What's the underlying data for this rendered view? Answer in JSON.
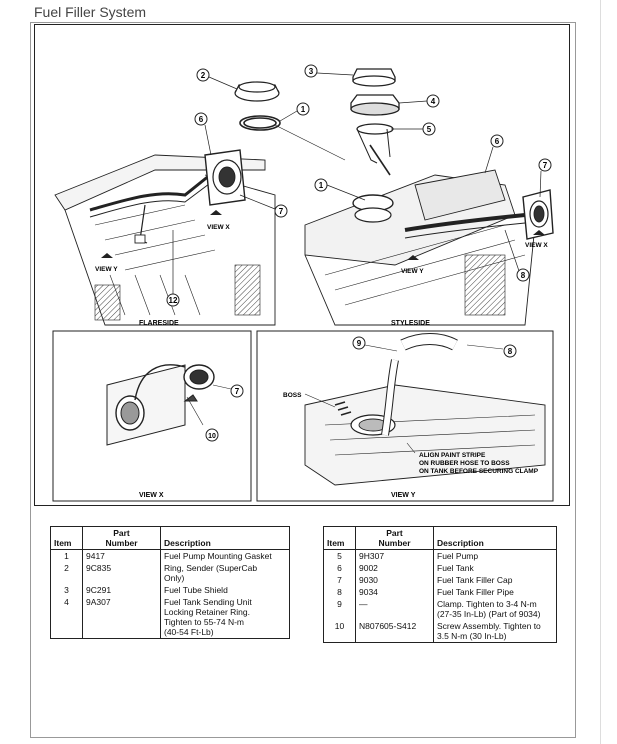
{
  "header": {
    "title": "Fuel Filler System"
  },
  "diagram": {
    "callouts": [
      "1",
      "2",
      "3",
      "4",
      "5",
      "6",
      "7",
      "8",
      "9",
      "10",
      "12"
    ],
    "views": {
      "flareside": "FLARESIDE",
      "styleside": "STYLESIDE",
      "view_x": "VIEW X",
      "view_y": "VIEW Y"
    },
    "labels": {
      "boss": "BOSS",
      "note_line1": "ALIGN PAINT STRIPE",
      "note_line2": "ON RUBBER HOSE TO BOSS",
      "note_line3": "ON TANK BEFORE SECURING CLAMP"
    }
  },
  "table_left": {
    "headers": {
      "item": "Item",
      "part_top": "Part",
      "part_bottom": "Number",
      "desc": "Description"
    },
    "rows": [
      {
        "item": "1",
        "part": "9417",
        "desc": [
          "Fuel Pump Mounting Gasket"
        ]
      },
      {
        "item": "2",
        "part": "9C835",
        "desc": [
          "Ring, Sender (SuperCab",
          "Only)"
        ]
      },
      {
        "item": "3",
        "part": "9C291",
        "desc": [
          "Fuel Tube Shield"
        ]
      },
      {
        "item": "4",
        "part": "9A307",
        "desc": [
          "Fuel Tank Sending Unit",
          "Locking Retainer Ring.",
          "Tighten to 55-74 N-m",
          "(40-54 Ft-Lb)"
        ]
      }
    ]
  },
  "table_right": {
    "headers": {
      "item": "Item",
      "part_top": "Part",
      "part_bottom": "Number",
      "desc": "Description"
    },
    "rows": [
      {
        "item": "5",
        "part": "9H307",
        "desc": [
          "Fuel Pump"
        ]
      },
      {
        "item": "6",
        "part": "9002",
        "desc": [
          "Fuel Tank"
        ]
      },
      {
        "item": "7",
        "part": "9030",
        "desc": [
          "Fuel Tank Filler Cap"
        ]
      },
      {
        "item": "8",
        "part": "9034",
        "desc": [
          "Fuel Tank Filler Pipe"
        ]
      },
      {
        "item": "9",
        "part": "—",
        "desc": [
          "Clamp. Tighten to 3-4 N-m",
          "(27-35 In-Lb) (Part of 9034)"
        ]
      },
      {
        "item": "10",
        "part": "N807605-S412",
        "desc": [
          "Screw Assembly. Tighten to",
          "3.5 N-m (30 In-Lb)"
        ]
      }
    ]
  }
}
